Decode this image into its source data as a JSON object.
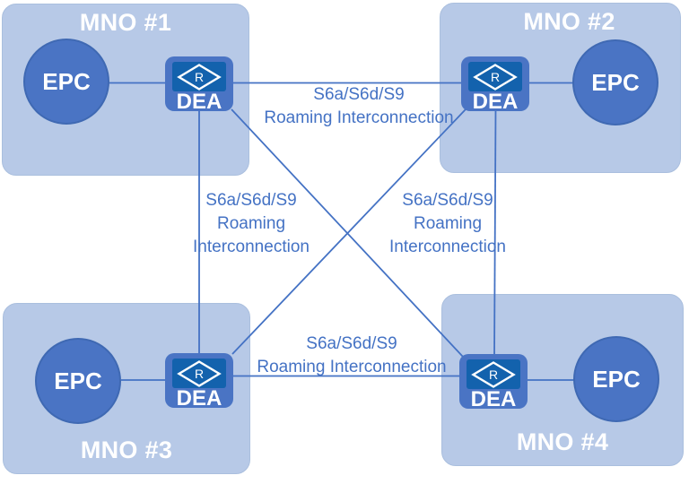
{
  "colors": {
    "background": "#ffffff",
    "operator_box": "#b7c9e7",
    "operator_box_edge": "#aabfde",
    "node_blue": "#4a74c4",
    "node_edge": "#3f69b3",
    "dea_inner_blue": "#1362ad",
    "line_blue": "#4472c4",
    "label_text": "#4472c4",
    "title_text": "#ffffff"
  },
  "operators": [
    {
      "id": "mno1",
      "title": "MNO #1",
      "epc_label": "EPC",
      "dea_label": "DEA",
      "dea_icon_letter": "R"
    },
    {
      "id": "mno2",
      "title": "MNO #2",
      "epc_label": "EPC",
      "dea_label": "DEA",
      "dea_icon_letter": "R"
    },
    {
      "id": "mno3",
      "title": "MNO #3",
      "epc_label": "EPC",
      "dea_label": "DEA",
      "dea_icon_letter": "R"
    },
    {
      "id": "mno4",
      "title": "MNO #4",
      "epc_label": "EPC",
      "dea_label": "DEA",
      "dea_icon_letter": "R"
    }
  ],
  "links": {
    "top": {
      "line1": "S6a/S6d/S9",
      "line2": "Roaming Interconnection"
    },
    "left": {
      "line1": "S6a/S6d/S9",
      "line2": "Roaming",
      "line3": "Interconnection"
    },
    "right": {
      "line1": "S6a/S6d/S9",
      "line2": "Roaming",
      "line3": "Interconnection"
    },
    "bottom": {
      "line1": "S6a/S6d/S9",
      "line2": "Roaming Interconnection"
    }
  }
}
